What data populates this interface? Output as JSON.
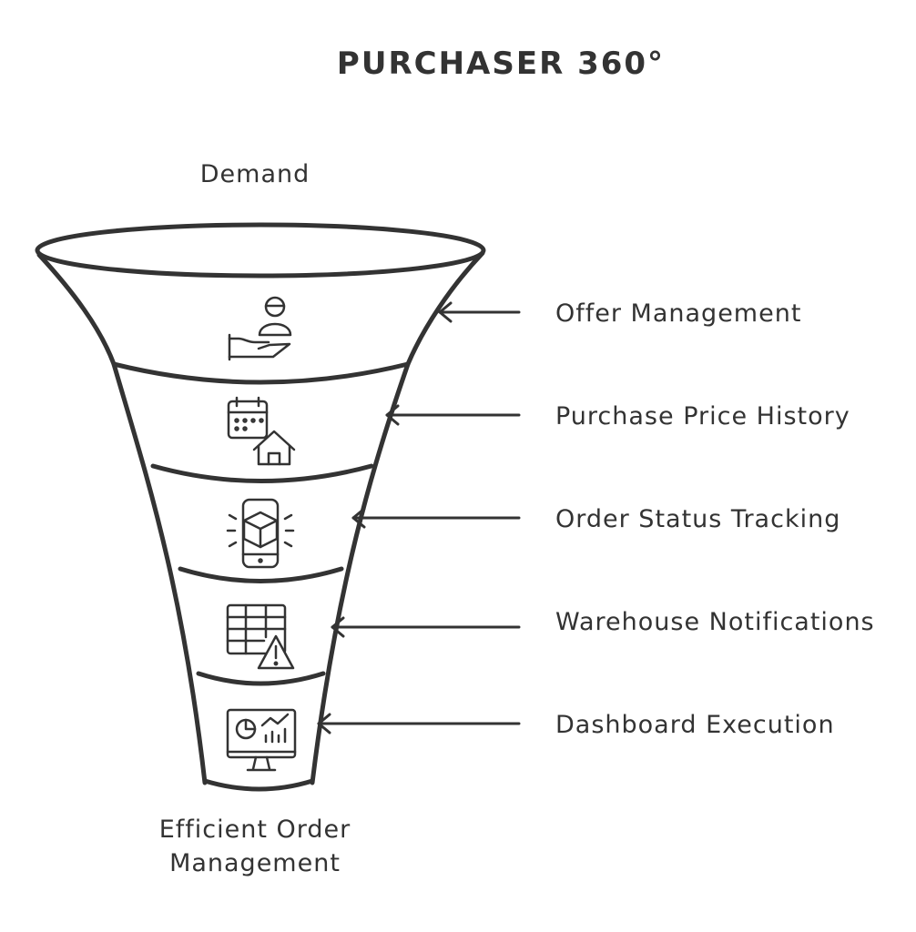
{
  "title": "PURCHASER 360°",
  "funnel": {
    "top_label": "Demand",
    "bottom_label_line1": "Efficient Order",
    "bottom_label_line2": "Management",
    "stages": [
      {
        "label": "Offer Management",
        "icon": "hand-offer-person-icon"
      },
      {
        "label": "Purchase Price History",
        "icon": "calendar-house-icon"
      },
      {
        "label": "Order Status Tracking",
        "icon": "phone-package-icon"
      },
      {
        "label": "Warehouse Notifications",
        "icon": "table-warning-icon"
      },
      {
        "label": "Dashboard Execution",
        "icon": "monitor-dashboard-icon"
      }
    ]
  },
  "colors": {
    "ink": "#333333",
    "background": "#ffffff"
  }
}
